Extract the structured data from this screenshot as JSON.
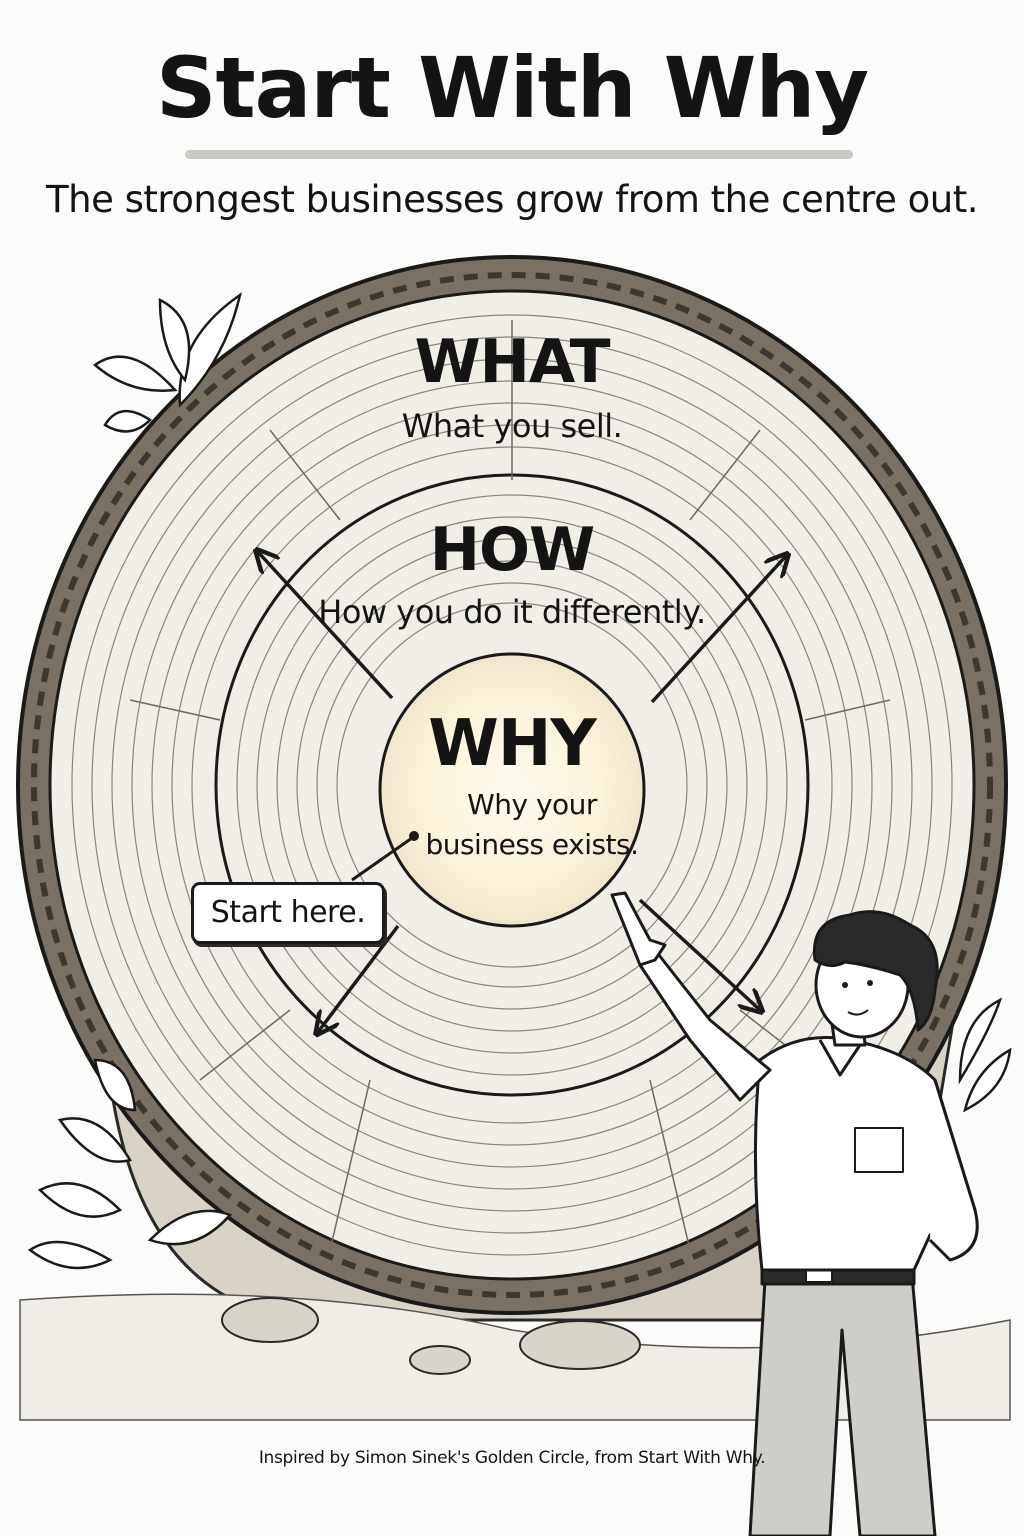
{
  "title": "Start With Why",
  "subtitle": "The strongest businesses grow from the centre out.",
  "rings": {
    "what": {
      "label": "WHAT",
      "description": "What you sell."
    },
    "how": {
      "label": "HOW",
      "description": "How you do it differently."
    },
    "why": {
      "label": "WHY",
      "description_line1": "Why your",
      "description_line2": "business exists."
    }
  },
  "callout": "Start here.",
  "footer": "Inspired by Simon Sinek's Golden Circle, from Start With Why.",
  "colors": {
    "ink": "#141414",
    "wood": "#f2efe8",
    "core_glow": "#fbf3d9",
    "bark": "#6b6256"
  }
}
